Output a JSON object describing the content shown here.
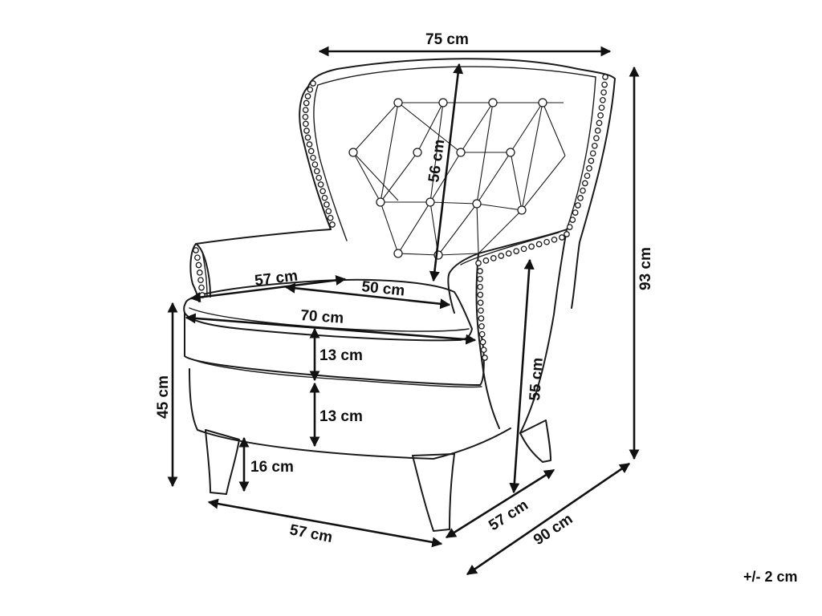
{
  "dimensions": {
    "back_width": "75 cm",
    "backrest_height": "56 cm",
    "total_height": "93 cm",
    "seat_depth_top": "57 cm",
    "seat_depth": "50 cm",
    "seat_width": "70 cm",
    "cushion_height": "13 cm",
    "base_height": "13 cm",
    "seat_height": "45 cm",
    "leg_height": "16 cm",
    "arm_height": "55 cm",
    "front_width": "57 cm",
    "side_depth": "57 cm",
    "total_depth": "90 cm"
  },
  "tolerance": "+/- 2 cm"
}
